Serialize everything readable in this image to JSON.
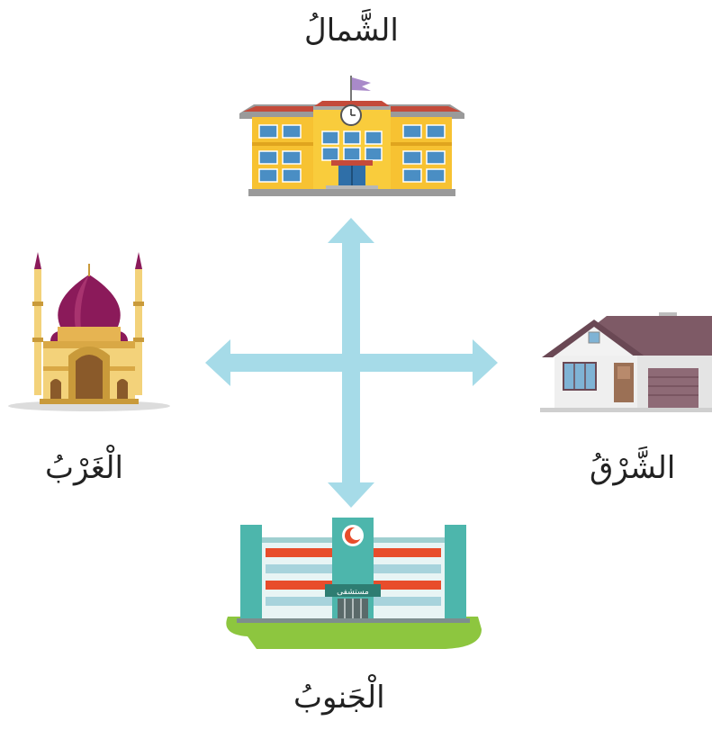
{
  "directions": {
    "north": "الشَّمالُ",
    "south": "الْجَنوبُ",
    "east": "الشَّرْقُ",
    "west": "الْغَرْبُ"
  },
  "hospital_sign": "مستشفى",
  "colors": {
    "arrow": "#a6dbe8",
    "school": "#f7c232",
    "mosque_dome": "#8b1a5a",
    "house_roof": "#7e5a66",
    "hospital_red": "#e84d2b",
    "grass": "#8dc63f"
  },
  "icons": [
    "school-building-icon",
    "mosque-icon",
    "house-icon",
    "hospital-icon",
    "compass-arrows-icon"
  ]
}
